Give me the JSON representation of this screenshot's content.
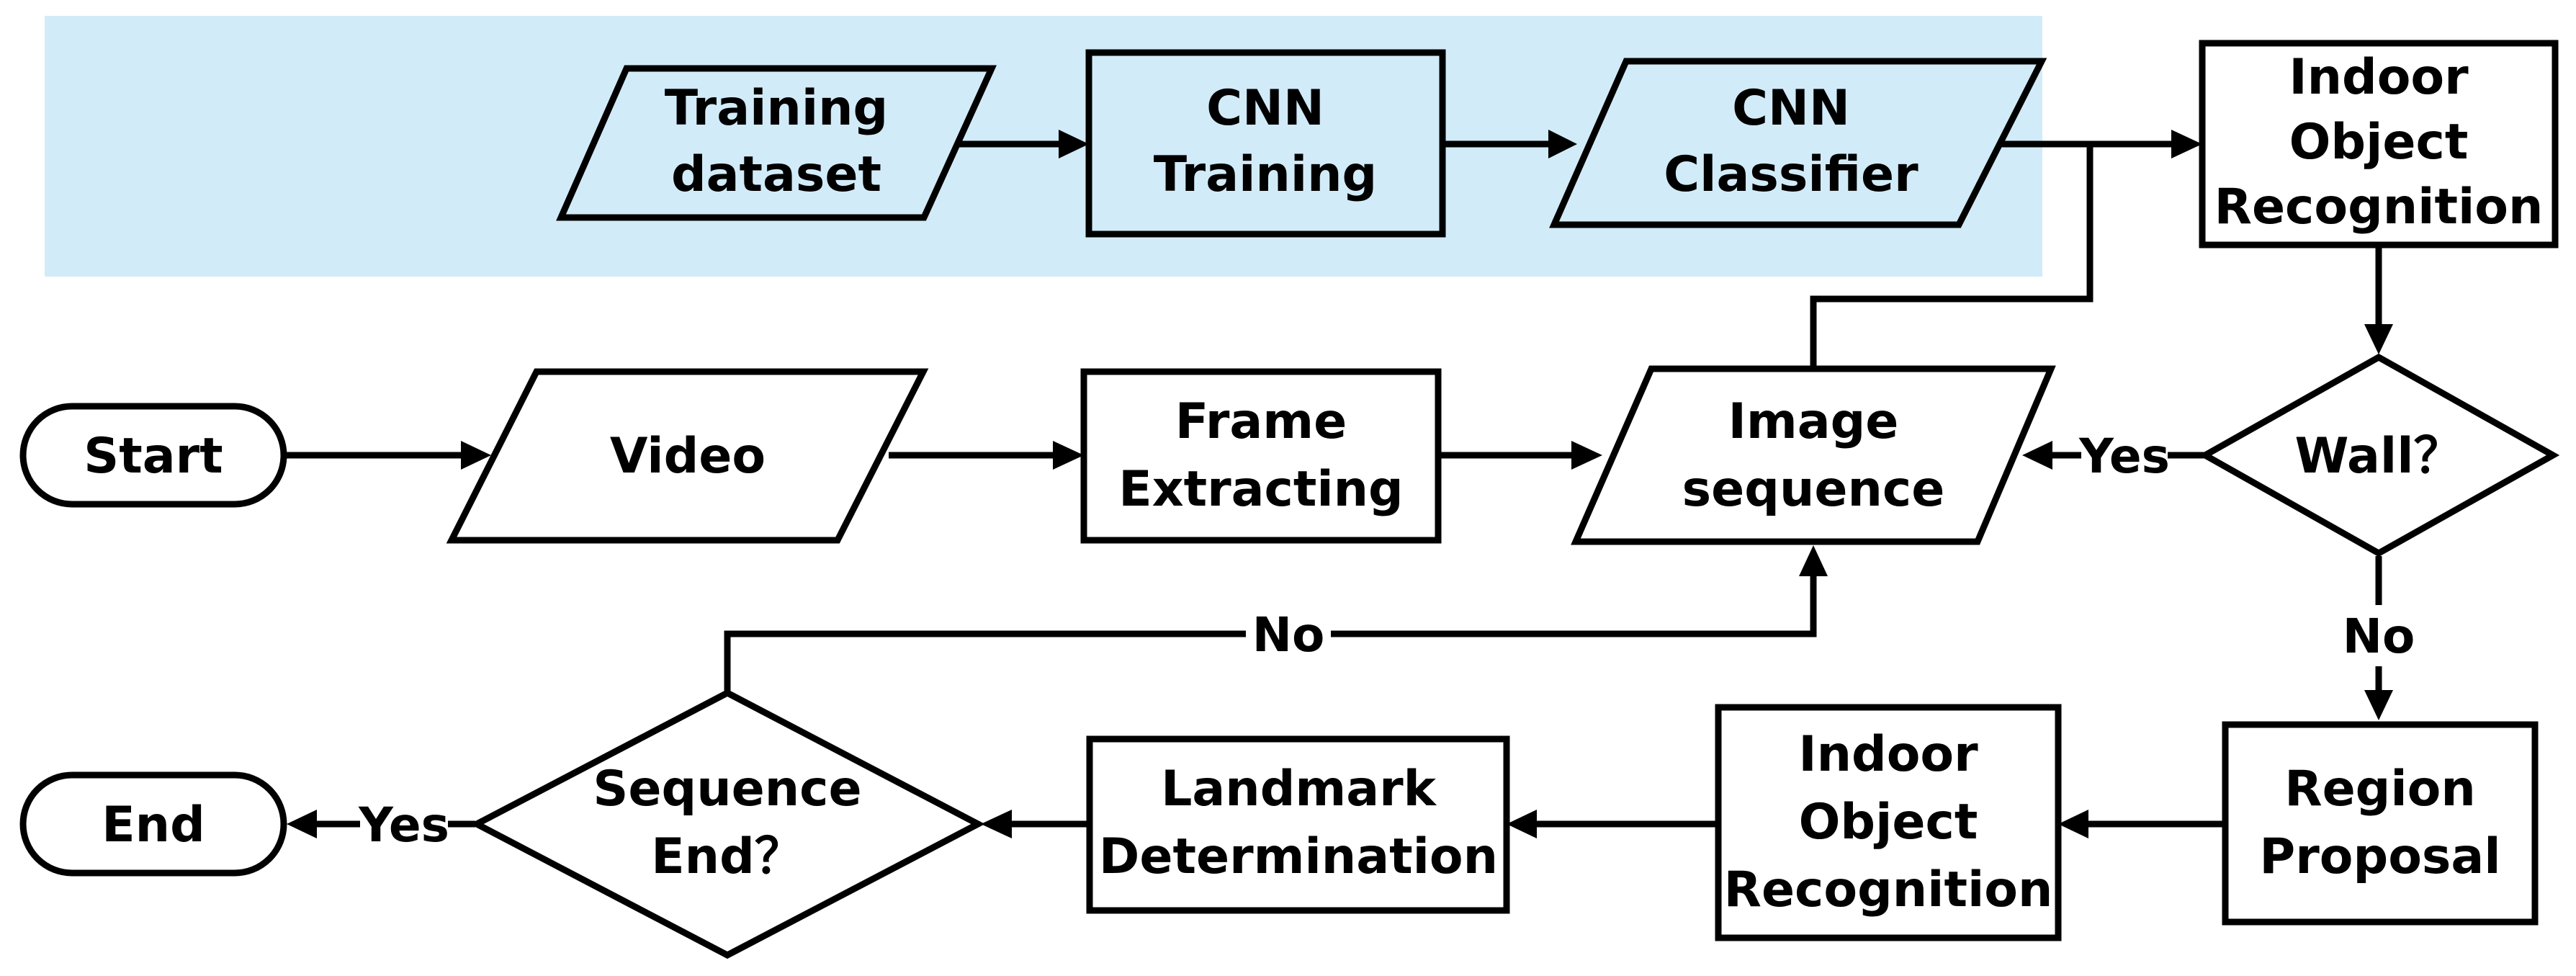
{
  "colors": {
    "training_band": "#d2ebf8",
    "box_fill_training": "#d2ebf8",
    "box_fill_default": "#ffffff",
    "stroke": "#000000"
  },
  "nodes": {
    "training_dataset": [
      "Training",
      "dataset"
    ],
    "cnn_training": [
      "CNN",
      "Training"
    ],
    "cnn_classifier": [
      "CNN",
      "Classifier"
    ],
    "indoor_object_recognition_top": [
      "Indoor",
      "Object",
      "Recognition"
    ],
    "start": [
      "Start"
    ],
    "video": [
      "Video"
    ],
    "frame_extracting": [
      "Frame",
      "Extracting"
    ],
    "image_sequence": [
      "Image",
      "sequence"
    ],
    "wall_decision": [
      "Wall？"
    ],
    "end": [
      "End"
    ],
    "sequence_end_decision": [
      "Sequence",
      "End？"
    ],
    "landmark_determination": [
      "Landmark",
      "Determination"
    ],
    "indoor_object_recognition_bottom": [
      "Indoor",
      "Object",
      "Recognition"
    ],
    "region_proposal": [
      "Region",
      "Proposal"
    ]
  },
  "edge_labels": {
    "wall_yes": "Yes",
    "wall_no": "No",
    "seq_no": "No",
    "seq_yes": "Yes"
  }
}
